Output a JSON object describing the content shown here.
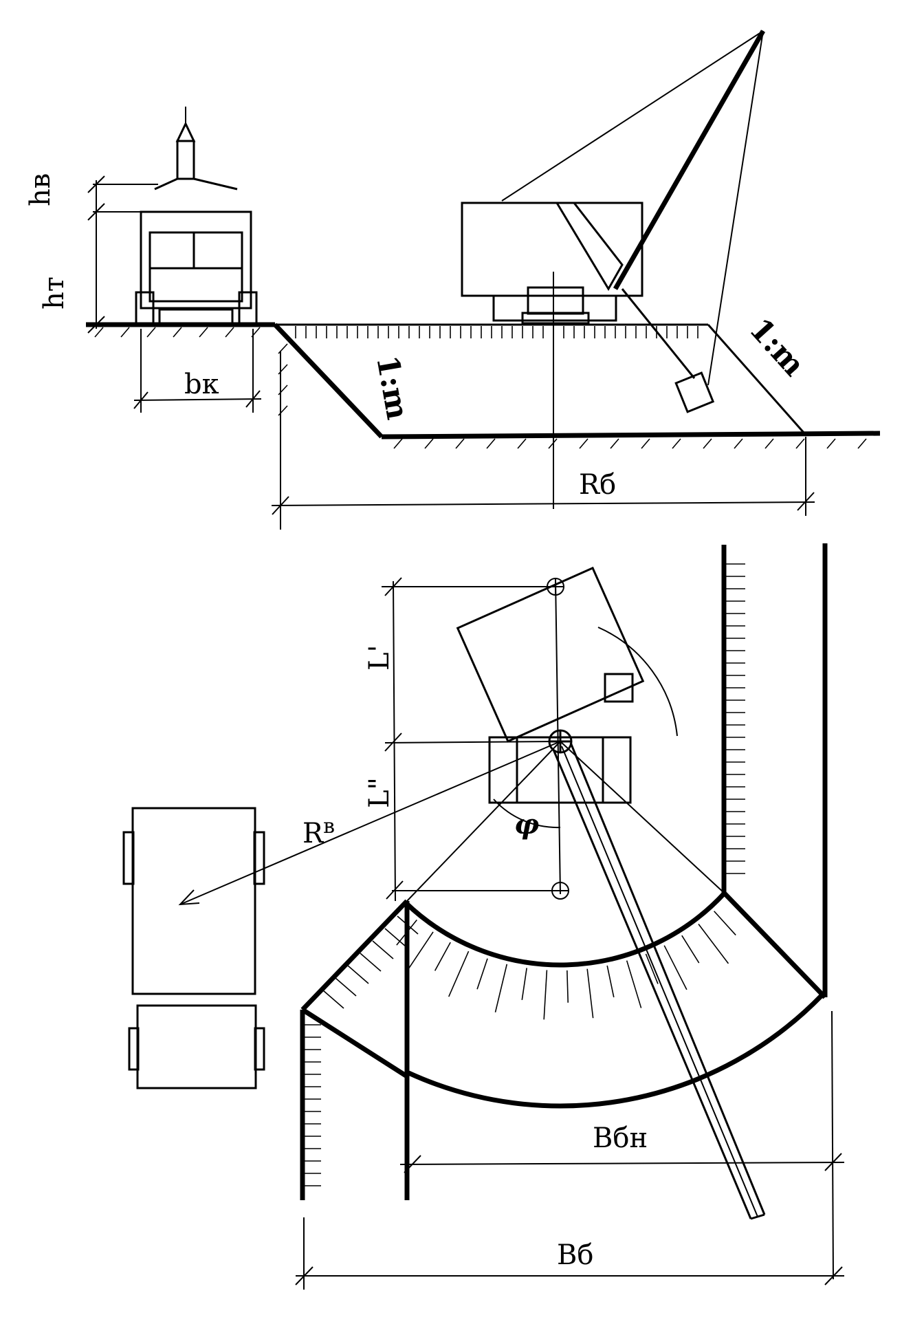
{
  "labels": {
    "h_v": "hв",
    "h_t": "hт",
    "b_k": "bк",
    "slope_left": "1:m",
    "slope_right": "1:m",
    "R_b": "Rб",
    "L_prime": "L'",
    "L_double_prime": "L\"",
    "R_v_main": "R",
    "R_v_sup": "в",
    "phi": "φ",
    "B_bn": "Bбн",
    "B_b": "Bб"
  }
}
